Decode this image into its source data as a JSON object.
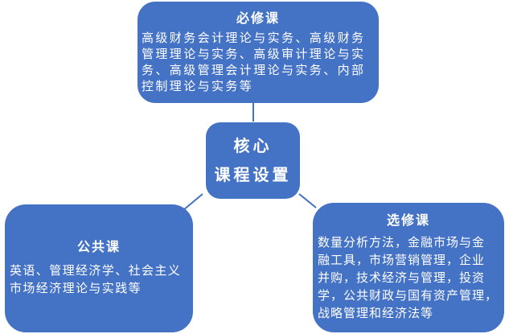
{
  "center": {
    "title": "核心\n课程设置"
  },
  "nodes": {
    "required": {
      "title": "必修课",
      "body": "高级财务会计理论与实务、高级财务\n管理理论与实务、高级审计理论与实\n务、高级管理会计理论与实务、内部\n控制理论与实务等"
    },
    "public": {
      "title": "公共课",
      "body": "英语、管理经济学、社会主义\n市场经济理论与实践等"
    },
    "elective": {
      "title": "选修课",
      "body": "数量分析方法，金融市场与金\n融工具，市场营销管理，企业\n并购，技术经济与管理，投资\n学，公共财政与国有资产管理，\n战略管理和经济法等"
    }
  },
  "colors": {
    "node_fill": "#4472C4",
    "connector": "#4472C4",
    "text": "#FFFFFF",
    "background": "#FFFFFF"
  }
}
